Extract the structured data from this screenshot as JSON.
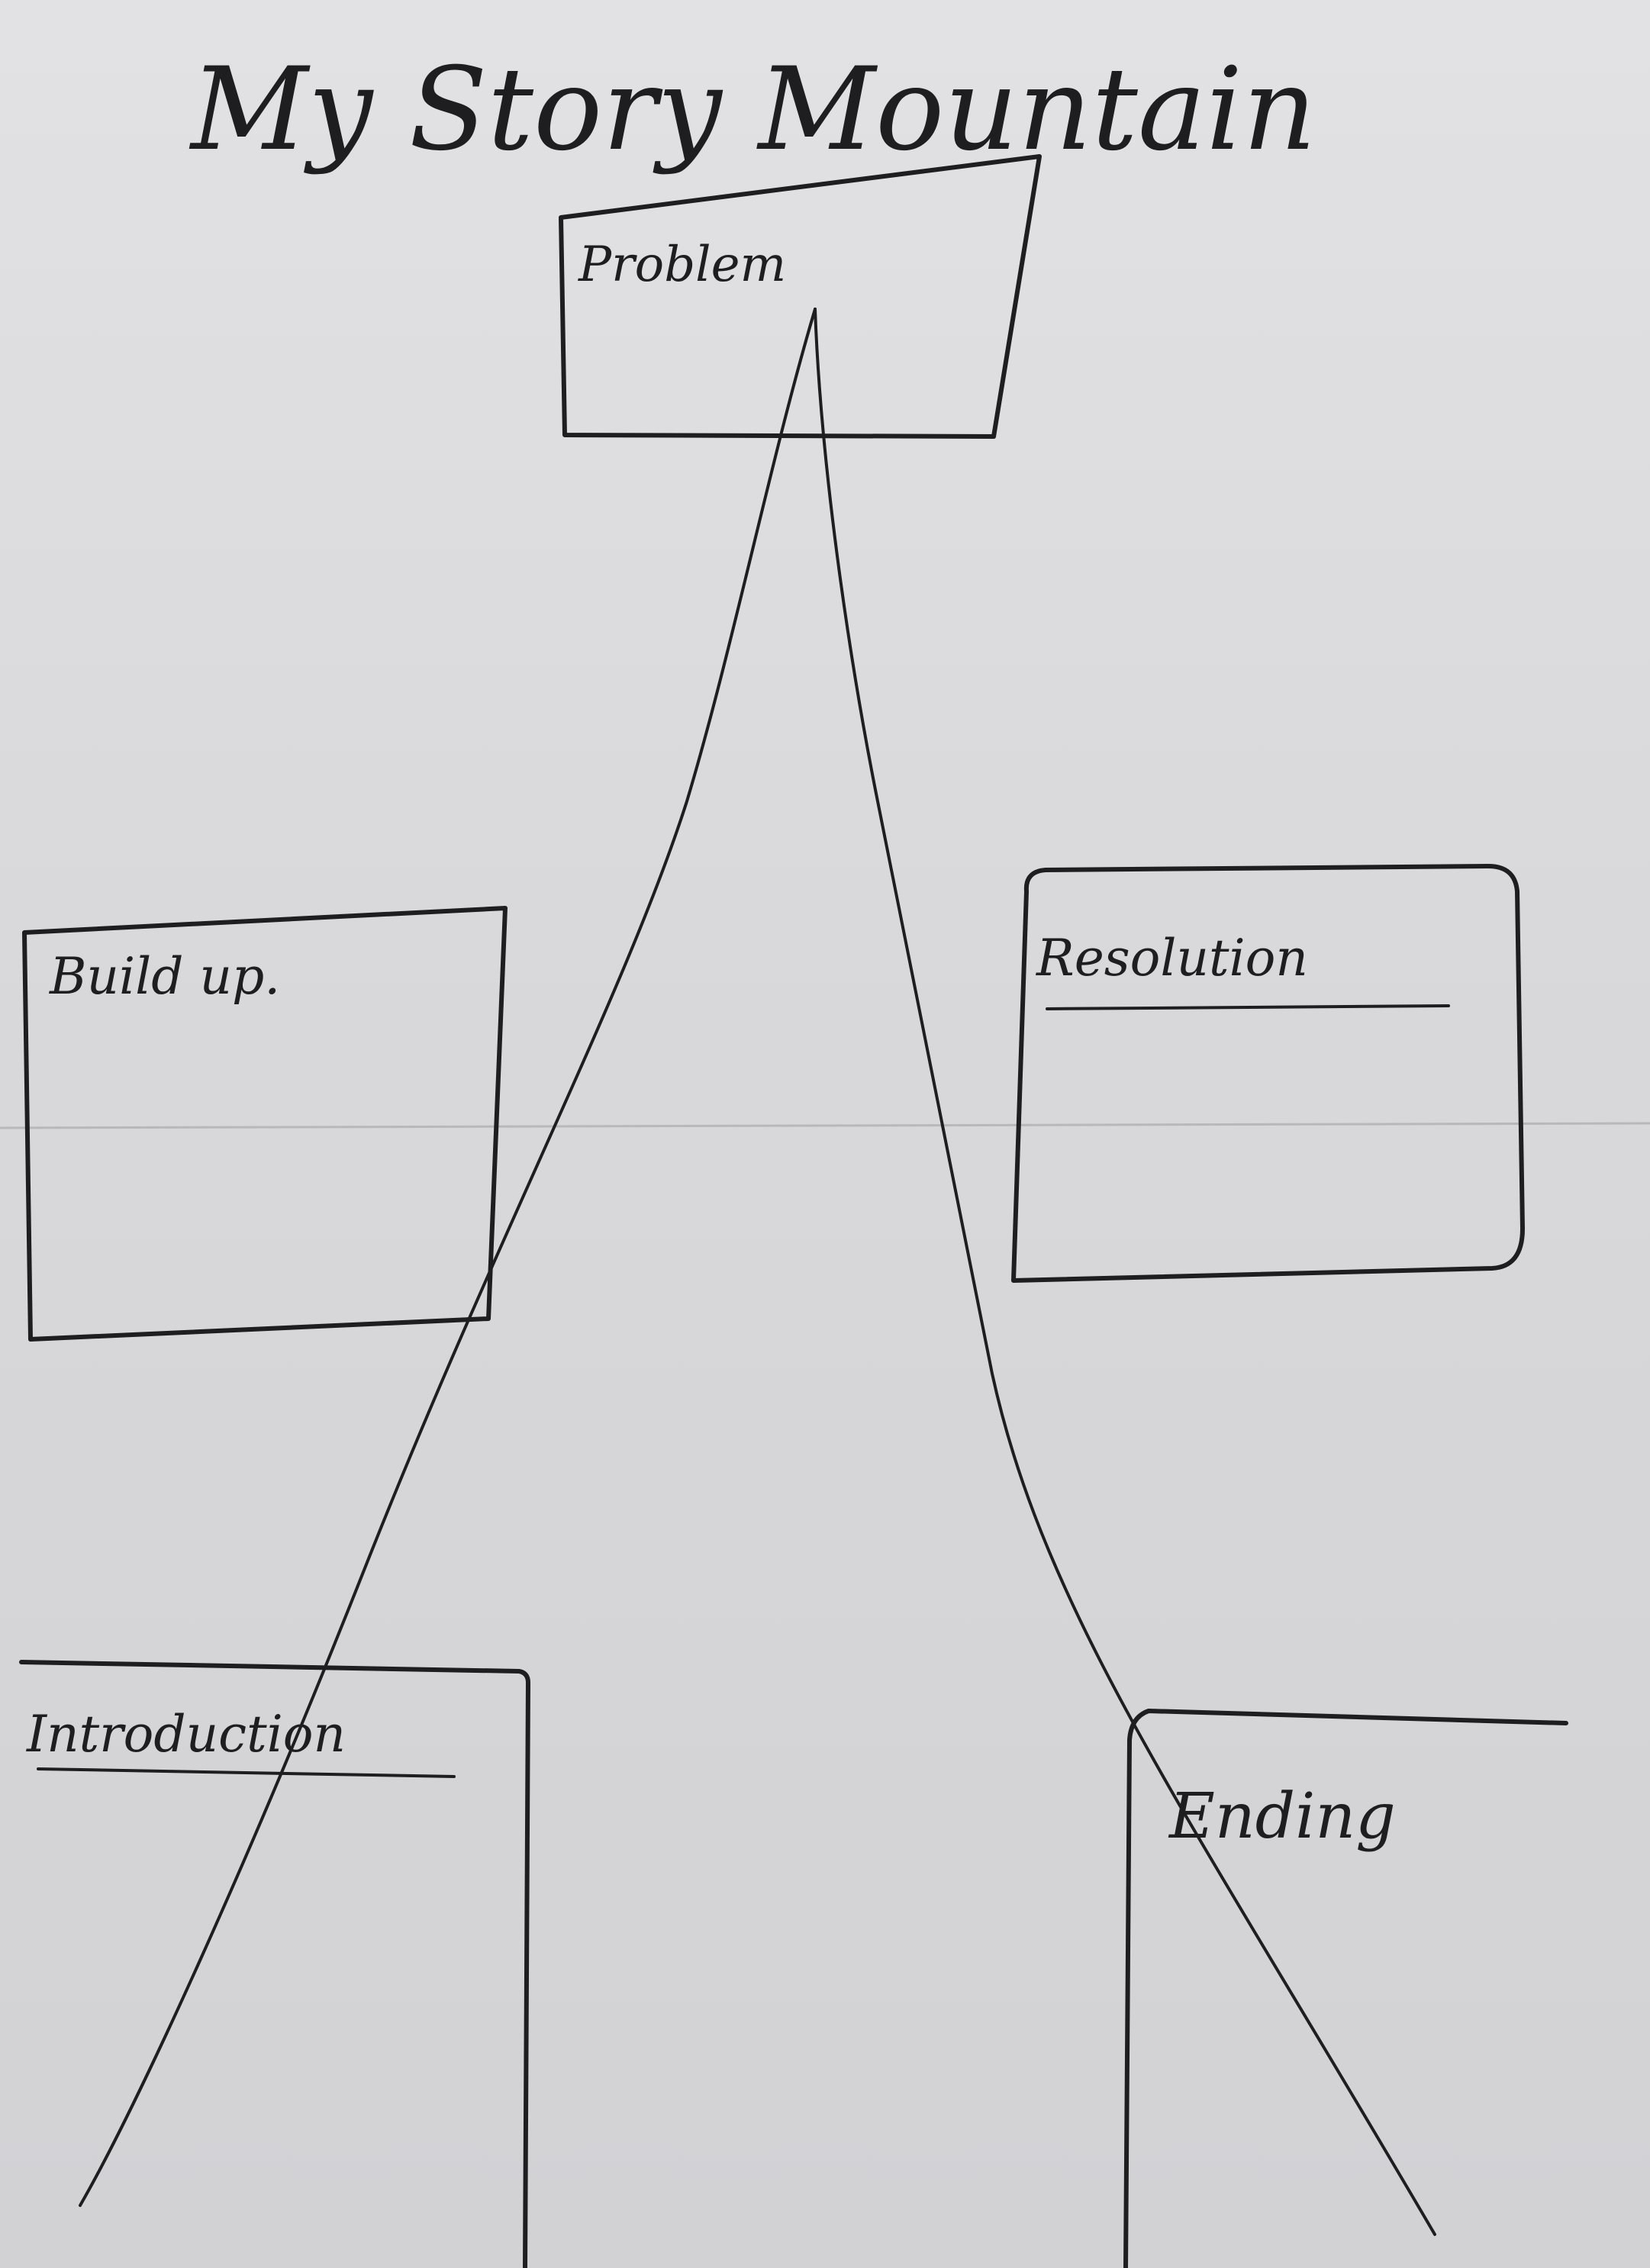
{
  "title": "My Story Mountain",
  "boxes": {
    "problem": {
      "label": "Problem"
    },
    "build_up": {
      "label": "Build up."
    },
    "resolution": {
      "label": "Resolution"
    },
    "introduction": {
      "label": "Introduction"
    },
    "ending": {
      "label": "Ending"
    }
  }
}
